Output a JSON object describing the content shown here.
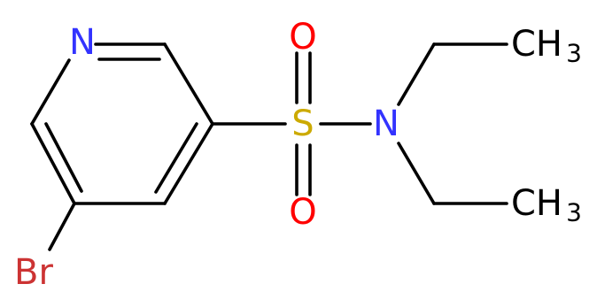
{
  "molecule": {
    "colors": {
      "bond": "#000000",
      "nitrogen": "#3333ff",
      "oxygen": "#ff0000",
      "sulfur": "#ccaa00",
      "bromine": "#cc3333",
      "carbon": "#000000"
    },
    "atoms": {
      "ring_nitrogen": "N",
      "sulfur": "S",
      "oxygen_top": "O",
      "oxygen_bottom": "O",
      "amide_nitrogen": "N",
      "bromine": "Br",
      "methyl_top_c": "CH",
      "methyl_top_sub": "3",
      "methyl_bottom_c": "CH",
      "methyl_bottom_sub": "3"
    }
  }
}
